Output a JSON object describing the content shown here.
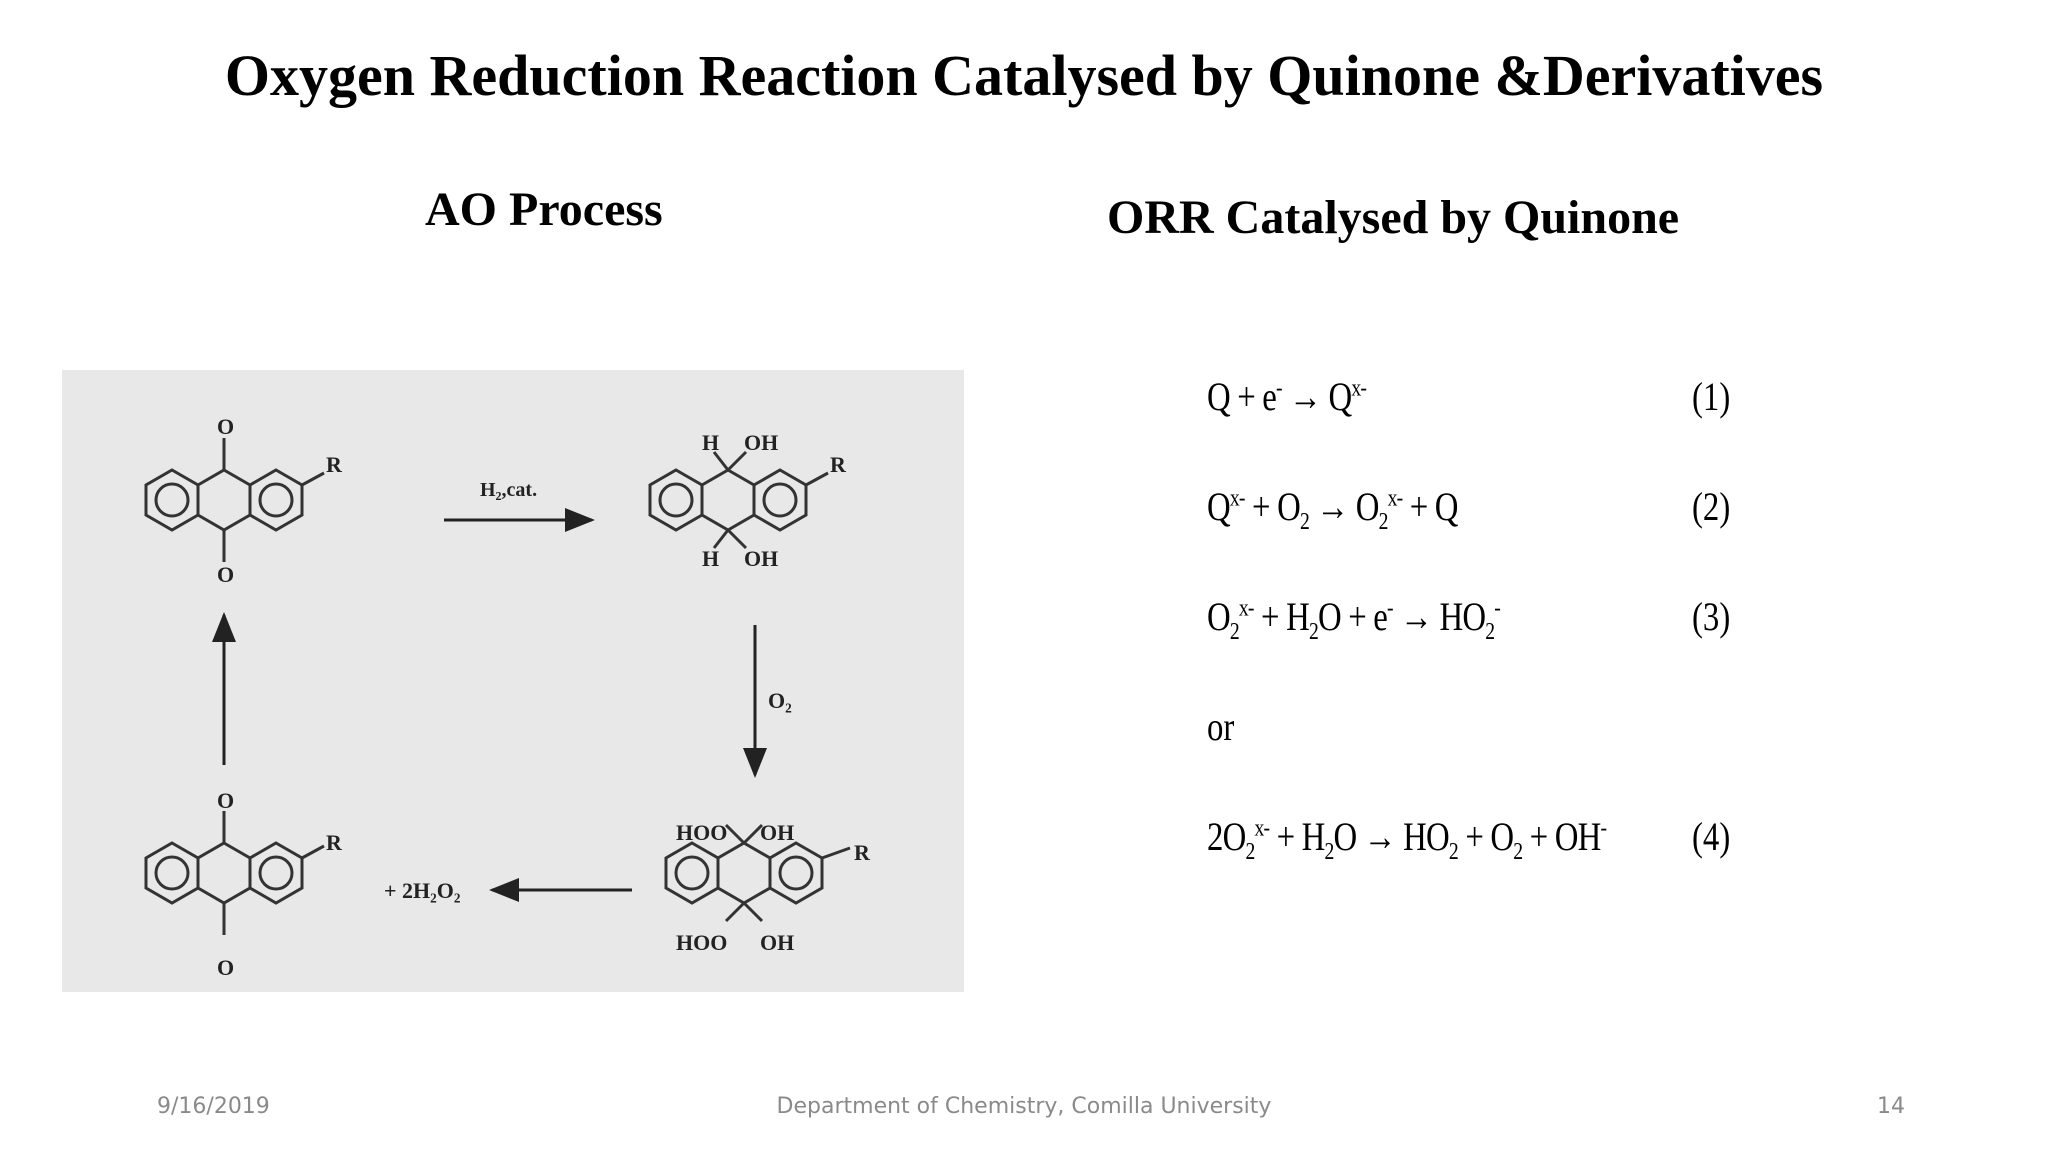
{
  "slide": {
    "title": "Oxygen Reduction Reaction Catalysed by Quinone &Derivatives",
    "left_heading": "AO Process",
    "right_heading": "ORR Catalysed by Quinone"
  },
  "scheme": {
    "r": "R",
    "o": "O",
    "h": "H",
    "oh": "OH",
    "hoo": "HOO",
    "reagent_top": "H₂,cat.",
    "reagent_right": "O₂",
    "reagent_bottom": "+ 2H₂O₂"
  },
  "equations": [
    {
      "number": "(1)"
    },
    {
      "number": "(2)"
    },
    {
      "number": "(3)"
    },
    {
      "number": "(4)"
    }
  ],
  "or_text": "or",
  "footer": {
    "date": "9/16/2019",
    "center": "Department of Chemistry, Comilla University",
    "page": "14"
  }
}
